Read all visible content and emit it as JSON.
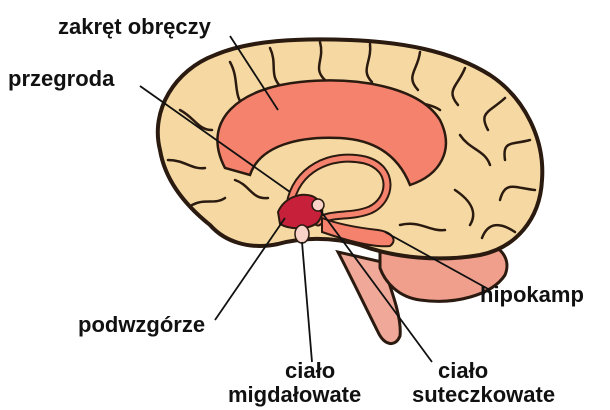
{
  "labels": {
    "cingulate": "zakręt obręczy",
    "septum": "przegroda",
    "hippocampus": "hipokamp",
    "hypothalamus": "podwzgórze",
    "amygdala_line1": "ciało",
    "amygdala_line2": "migdałowate",
    "mammillary_line1": "ciało",
    "mammillary_line2": "suteczkowate"
  },
  "colors": {
    "cortex": "#f6d9a2",
    "outline": "#2a1a10",
    "limbic": "#f4826d",
    "hypothalamus": "#c6203a",
    "amygdala": "#f9d2c8",
    "brainstem": "#f0a898",
    "cerebellum": "#f19f8d"
  }
}
